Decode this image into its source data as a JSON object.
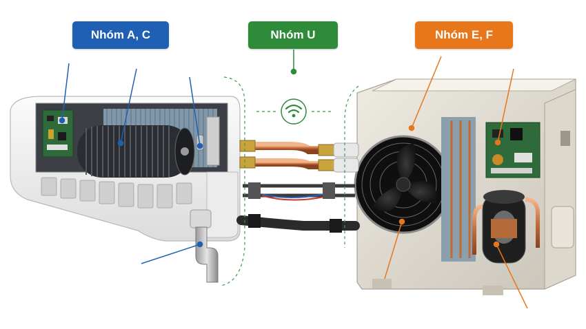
{
  "labels": {
    "group_ac": "Nhóm A, C",
    "group_u": "Nhóm U",
    "group_ef": "Nhóm E, F"
  },
  "colors": {
    "group_ac": "#1f5fb4",
    "group_u": "#2e8b3a",
    "group_ef": "#e8761a",
    "dashed_guide": "#3a9a4a"
  },
  "icons": {
    "center": "wifi-icon"
  }
}
